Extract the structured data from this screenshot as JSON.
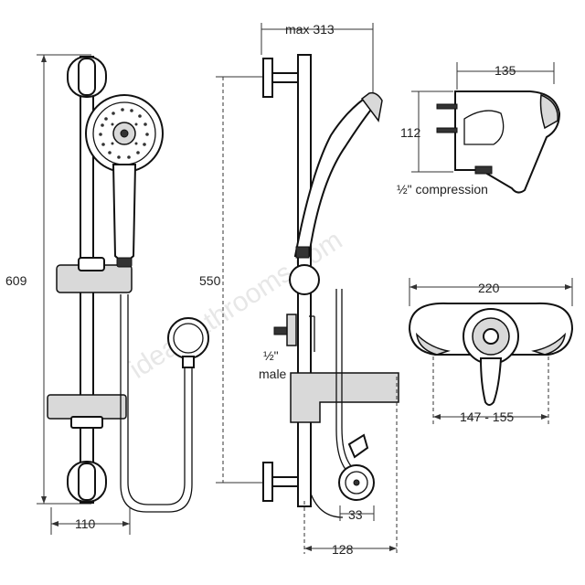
{
  "colors": {
    "line": "#111111",
    "dimension": "#333333",
    "shading": "#d9d9d9",
    "watermark": "#cccccc"
  },
  "icons": {
    "shower_head": "handshower-head-icon",
    "rail": "riser-rail-icon",
    "valve": "thermostatic-valve-icon",
    "hose": "shower-hose-icon"
  },
  "dimensions": {
    "overall_height": "609",
    "rail_centres": "550",
    "rail_width": "110",
    "max_projection": "max 313",
    "valve_projection": "128",
    "outlet_offset": "33",
    "valve_side_width": "135",
    "valve_side_height": "112",
    "valve_front_width": "220",
    "inlet_centres": "147 - 155"
  },
  "notes": {
    "compression": "½\" compression",
    "male_fraction": "½\"",
    "male_word": "male"
  },
  "watermark": "idealbathrooms.com"
}
